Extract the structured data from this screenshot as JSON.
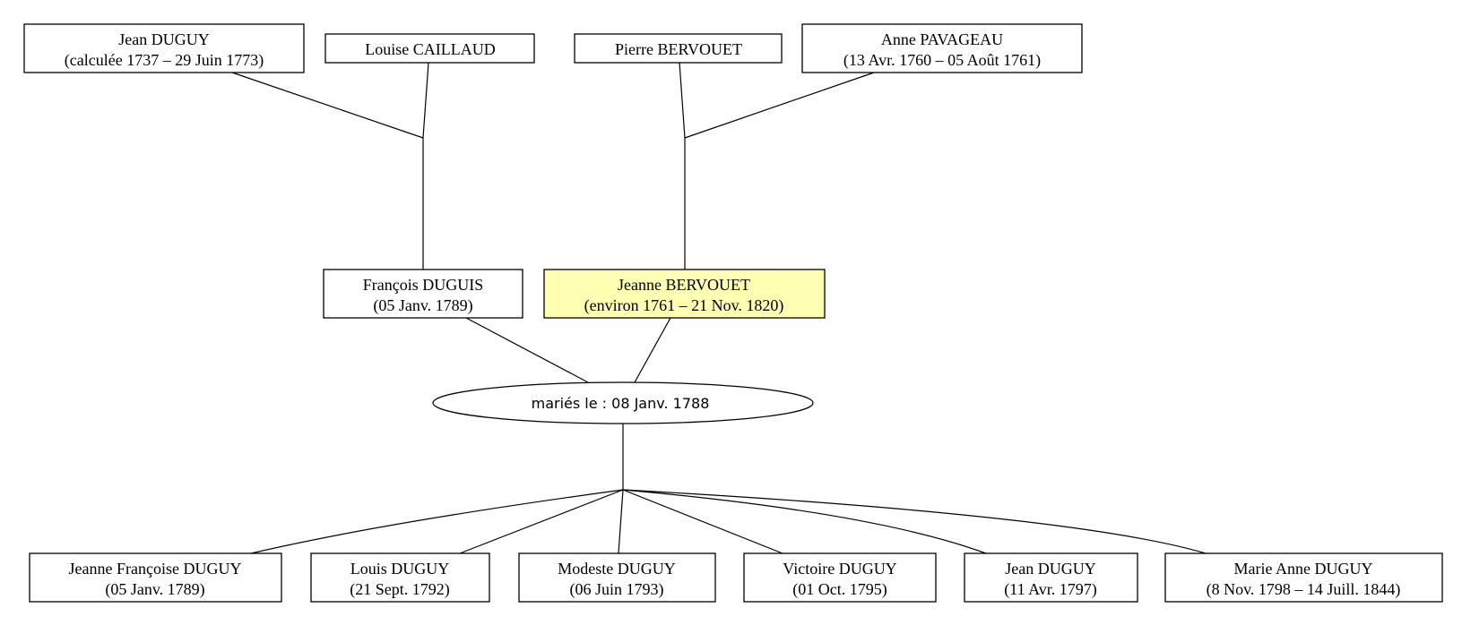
{
  "colors": {
    "highlight_fill": "#ffffb4",
    "stroke": "#000000",
    "background": "#ffffff"
  },
  "grandparents": [
    {
      "name": "Jean DUGUY",
      "dates": "(calculée 1737 – 29 Juin 1773)"
    },
    {
      "name": "Louise CAILLAUD",
      "dates": ""
    },
    {
      "name": "Pierre BERVOUET",
      "dates": ""
    },
    {
      "name": "Anne PAVAGEAU",
      "dates": "(13 Avr. 1760 – 05 Août 1761)"
    }
  ],
  "parents": [
    {
      "name": "François DUGUIS",
      "dates": "(05 Janv. 1789)"
    },
    {
      "name": "Jeanne BERVOUET",
      "dates": "(environ 1761 – 21 Nov. 1820)",
      "highlighted": true
    }
  ],
  "marriage": {
    "label": "mariés le : 08 Janv. 1788"
  },
  "children": [
    {
      "name": "Jeanne Françoise DUGUY",
      "dates": "(05 Janv. 1789)"
    },
    {
      "name": "Louis DUGUY",
      "dates": "(21 Sept. 1792)"
    },
    {
      "name": "Modeste DUGUY",
      "dates": "(06 Juin 1793)"
    },
    {
      "name": "Victoire DUGUY",
      "dates": "(01 Oct. 1795)"
    },
    {
      "name": "Jean DUGUY",
      "dates": "(11 Avr. 1797)"
    },
    {
      "name": "Marie Anne DUGUY",
      "dates": "(8 Nov. 1798 – 14 Juill. 1844)"
    }
  ]
}
